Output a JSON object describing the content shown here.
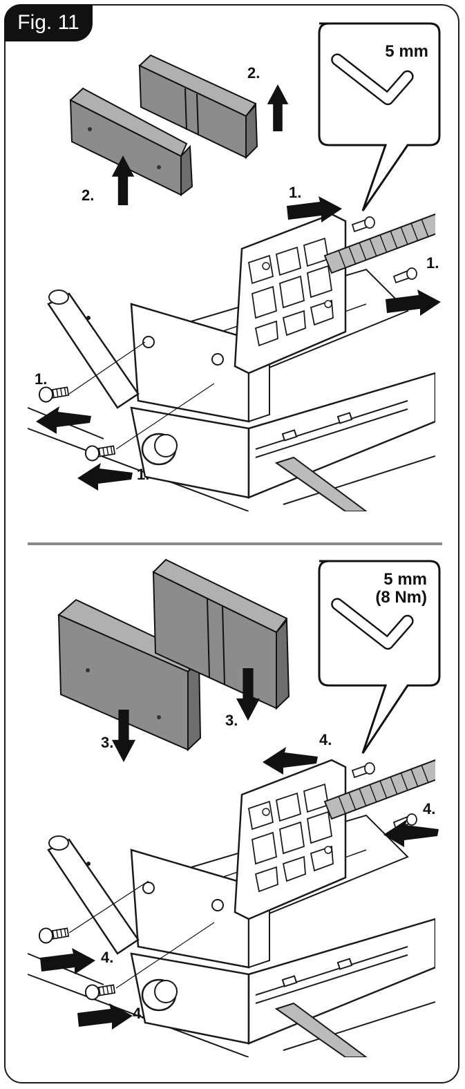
{
  "figure_label": "Fig. 11",
  "removal": {
    "tool_size": "5 mm",
    "steps": {
      "s1a": "1.",
      "s1b": "1.",
      "s1c": "1.",
      "s1d": "1.",
      "s2a": "2.",
      "s2b": "2."
    }
  },
  "installation": {
    "tool_size": "5 mm",
    "torque": "(8 Nm)",
    "steps": {
      "s3a": "3.",
      "s3b": "3.",
      "s4a": "4.",
      "s4b": "4.",
      "s4c": "4.",
      "s4d": "4."
    }
  },
  "colors": {
    "jaw_fill": "#8c8c8c",
    "arrow": "#111111",
    "line": "#1a1a1a"
  }
}
